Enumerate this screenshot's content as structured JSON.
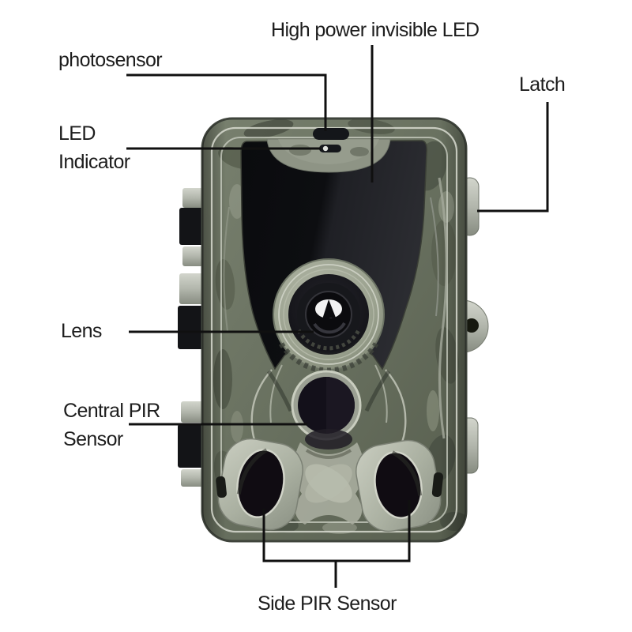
{
  "diagram": {
    "subject": "trail-camera-front-view",
    "background_color": "#ffffff",
    "annotation_line_color": "#101010",
    "label_text_color": "#1d1d1d",
    "labels": {
      "high_power_led": "High power invisible LED",
      "photosensor": "photosensor",
      "latch": "Latch",
      "led_indicator_line1": "LED",
      "led_indicator_line2": "Indicator",
      "lens": "Lens",
      "central_pir_line1": "Central PIR",
      "central_pir_line2": "Sensor",
      "side_pir": "Side PIR Sensor"
    },
    "device_colors": {
      "camo_base": "#68705f",
      "camo_dark_blotch": "#3a4036",
      "camo_light_ridge": "#c8ccc0",
      "hardware_gray": "#b7bbb1",
      "ir_panel_dark": "#101114",
      "lens_black": "#0b0b0e"
    }
  }
}
